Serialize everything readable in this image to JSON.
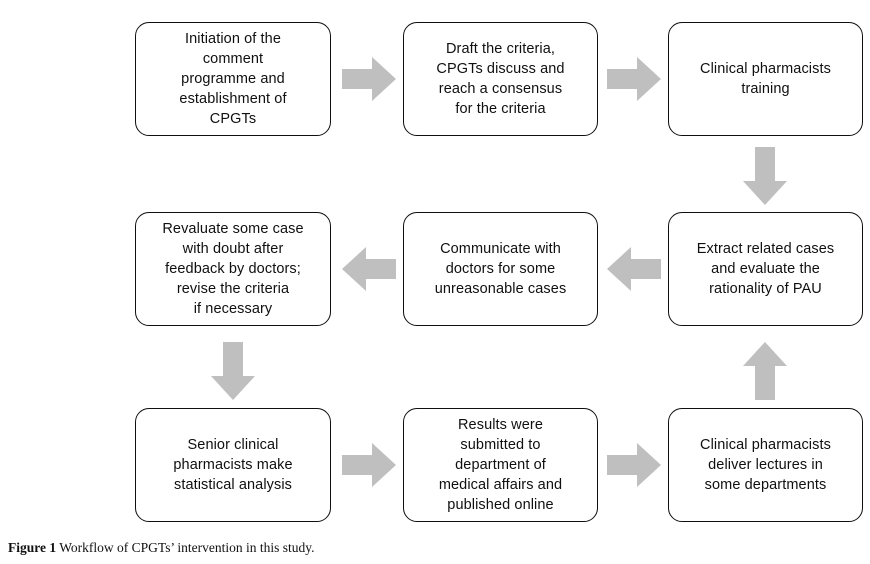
{
  "figure": {
    "caption_label": "Figure 1",
    "caption_text": "Workflow of CPGTs’ intervention in this study.",
    "arrow_color": "#bfbfbf",
    "box_border_color": "#0f0f0f",
    "background_color": "#ffffff"
  },
  "nodes": [
    {
      "id": "initiation",
      "label": "Initiation of the\ncomment\nprogramme and\nestablishment of\nCPGTs",
      "row": 1,
      "col": 1
    },
    {
      "id": "draft-criteria",
      "label": "Draft the criteria,\nCPGTs discuss and\nreach a consensus\nfor the criteria",
      "row": 1,
      "col": 2
    },
    {
      "id": "pharmacists-training",
      "label": "Clinical pharmacists\ntraining",
      "row": 1,
      "col": 3
    },
    {
      "id": "revaluate-cases",
      "label": "Revaluate some case\nwith doubt after\nfeedback by doctors;\nrevise the criteria\nif necessary",
      "row": 2,
      "col": 1
    },
    {
      "id": "communicate-doctors",
      "label": "Communicate with\ndoctors for some\nunreasonable cases",
      "row": 2,
      "col": 2
    },
    {
      "id": "extract-cases",
      "label": "Extract related cases\nand evaluate the\nrationality of PAU",
      "row": 2,
      "col": 3
    },
    {
      "id": "statistical-analysis",
      "label": "Senior clinical\npharmacists make\nstatistical analysis",
      "row": 3,
      "col": 1
    },
    {
      "id": "results-submitted",
      "label": "Results were\nsubmitted to\ndepartment of\nmedical affairs and\npublished online",
      "row": 3,
      "col": 2
    },
    {
      "id": "deliver-lectures",
      "label": "Clinical pharmacists\ndeliver lectures in\nsome departments",
      "row": 3,
      "col": 3
    }
  ],
  "arrows": [
    {
      "id": "initiation-to-draft",
      "direction": "right",
      "from": "initiation",
      "to": "draft-criteria"
    },
    {
      "id": "draft-to-training",
      "direction": "right",
      "from": "draft-criteria",
      "to": "pharmacists-training"
    },
    {
      "id": "training-to-extract",
      "direction": "down",
      "from": "pharmacists-training",
      "to": "extract-cases"
    },
    {
      "id": "extract-to-communicate",
      "direction": "left",
      "from": "extract-cases",
      "to": "communicate-doctors"
    },
    {
      "id": "communicate-to-revaluate",
      "direction": "left",
      "from": "communicate-doctors",
      "to": "revaluate-cases"
    },
    {
      "id": "revaluate-to-analysis",
      "direction": "down",
      "from": "revaluate-cases",
      "to": "statistical-analysis"
    },
    {
      "id": "analysis-to-results",
      "direction": "right",
      "from": "statistical-analysis",
      "to": "results-submitted"
    },
    {
      "id": "results-to-lectures",
      "direction": "right",
      "from": "results-submitted",
      "to": "deliver-lectures"
    },
    {
      "id": "lectures-to-extract",
      "direction": "up",
      "from": "deliver-lectures",
      "to": "extract-cases"
    }
  ]
}
